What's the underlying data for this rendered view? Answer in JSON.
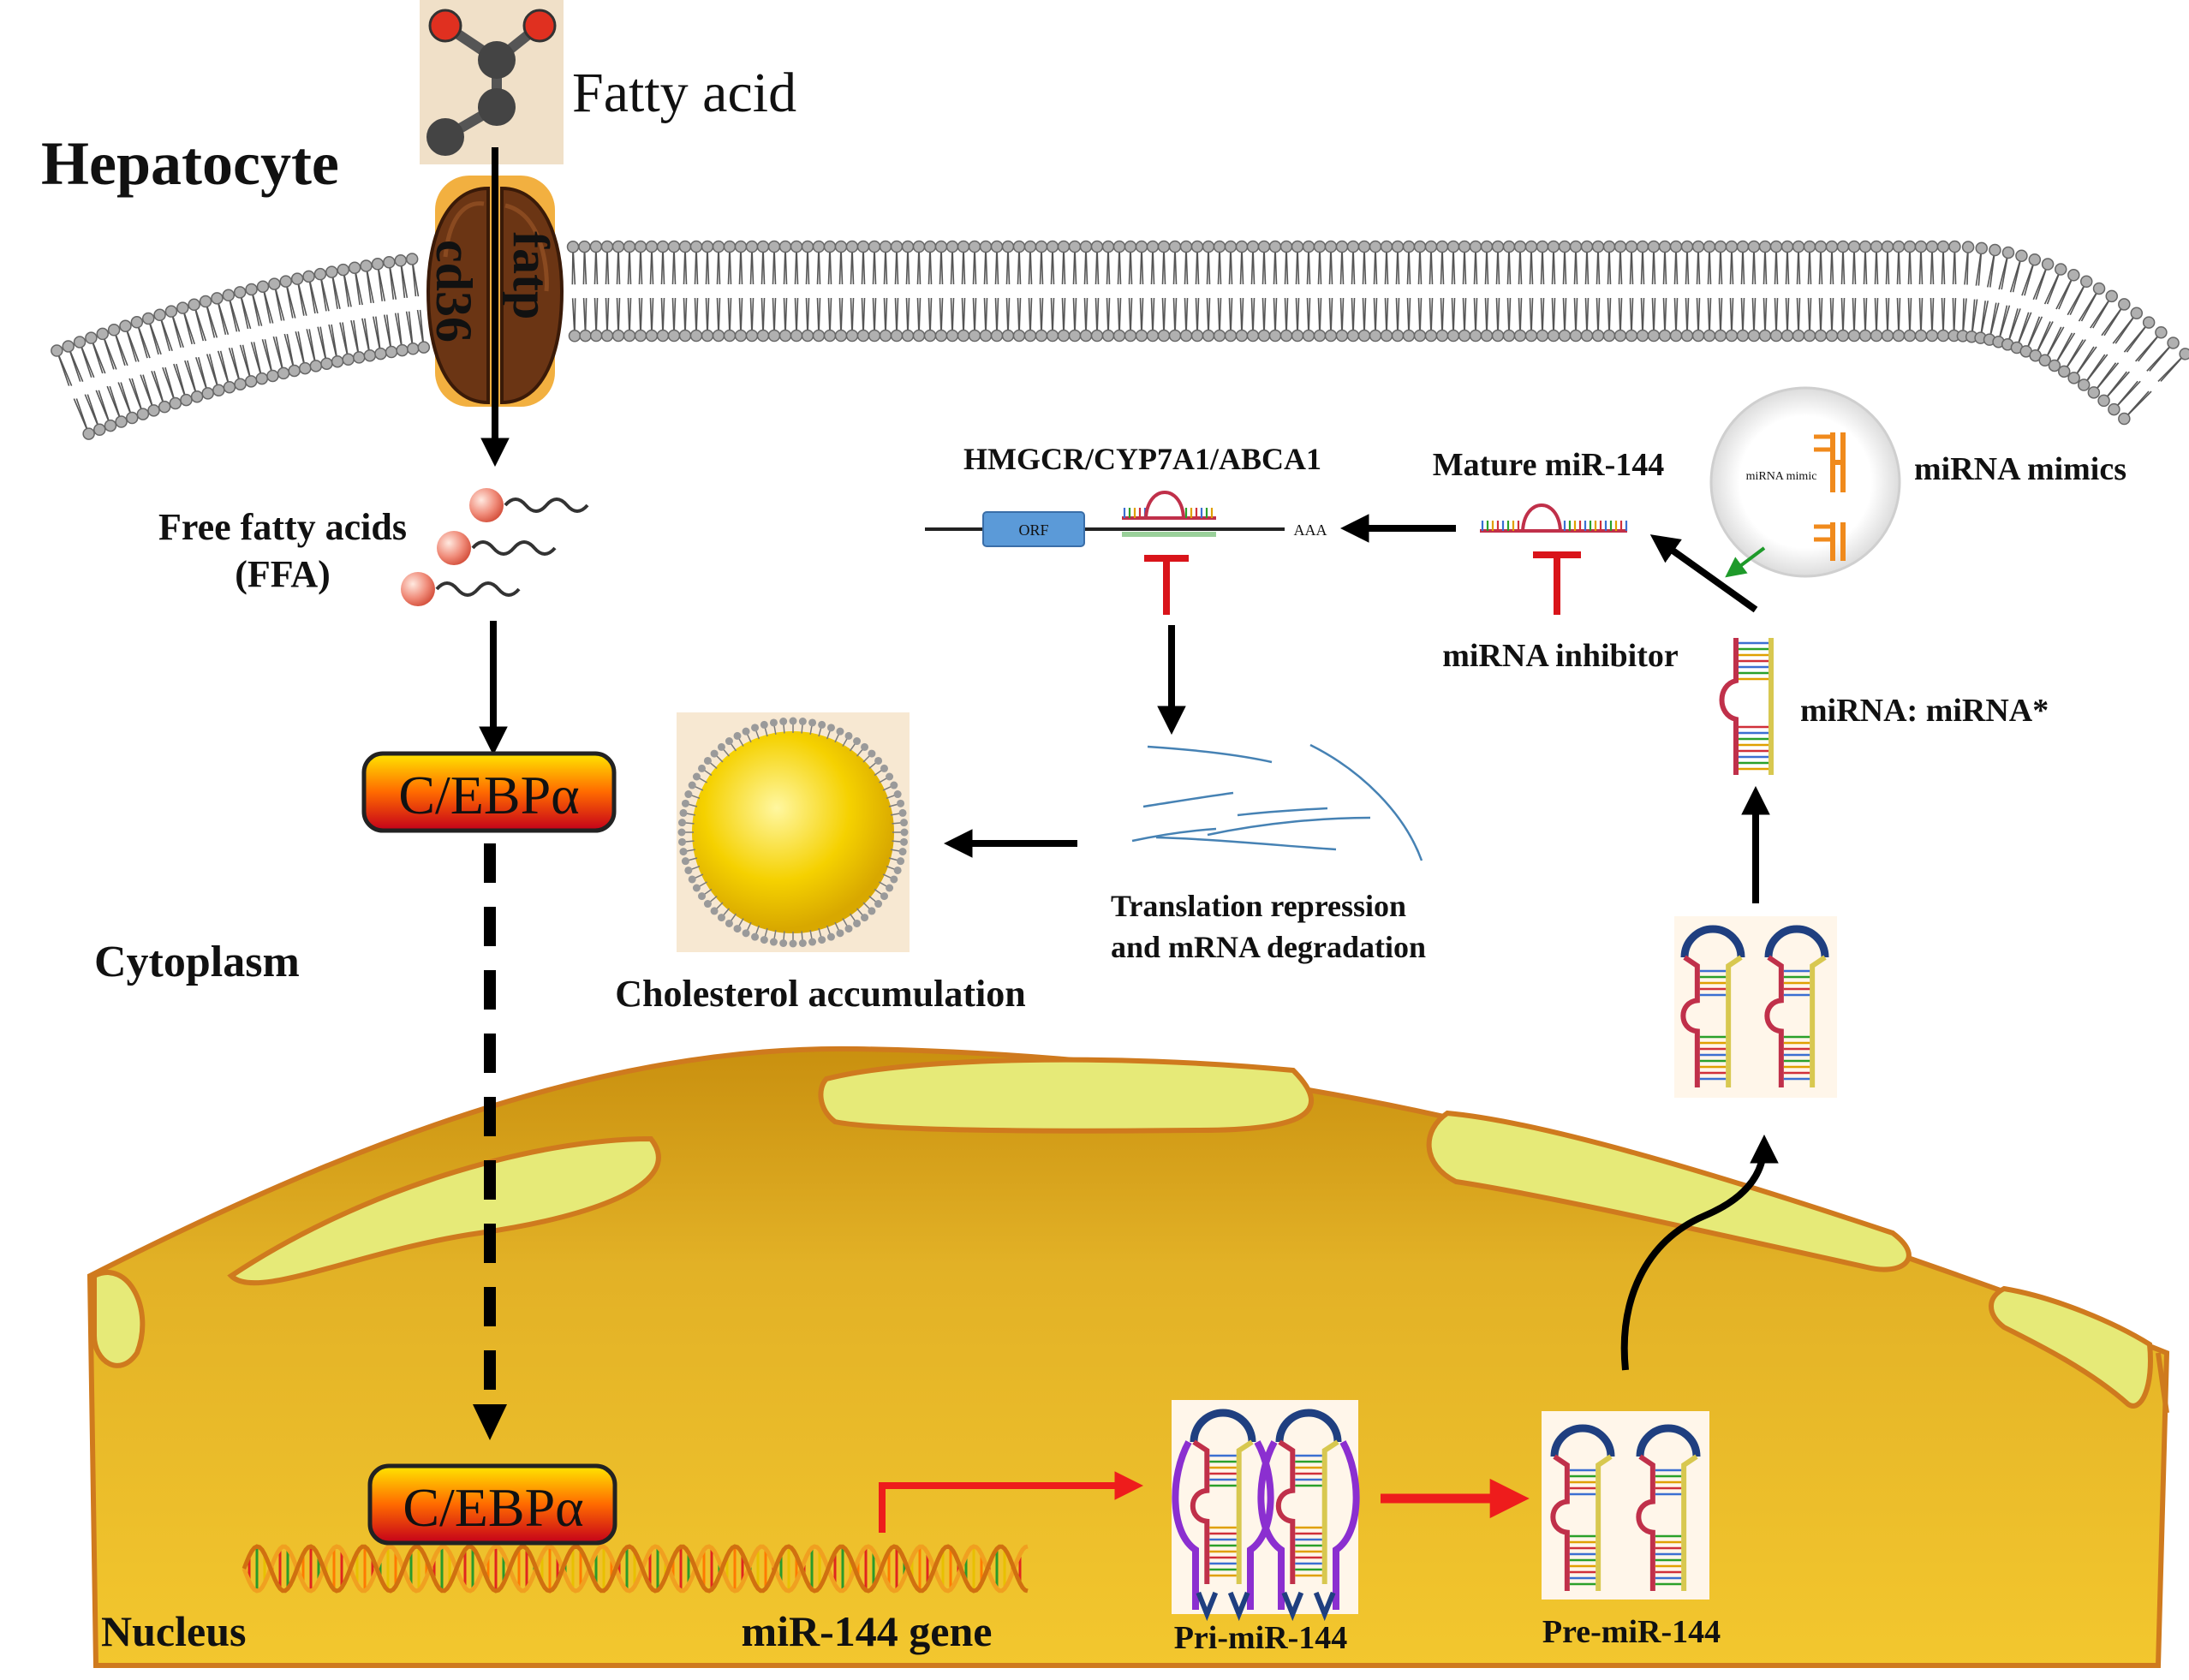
{
  "labels": {
    "fatty_acid": "Fatty acid",
    "hepatocyte": "Hepatocyte",
    "cd36": "cd36",
    "fatp": "fatp",
    "ffa_line1": "Free fatty acids",
    "ffa_line2": "(FFA)",
    "cebpa_cytoplasm": "C/EBPα",
    "cebpa_nucleus": "C/EBPα",
    "cytoplasm": "Cytoplasm",
    "nucleus": "Nucleus",
    "gene": "miR-144 gene",
    "pri_mirna": "Pri-miR-144",
    "pre_mirna": "Pre-miR-144",
    "duplex": "miRNA: miRNA*",
    "mature": "Mature miR-144",
    "mimics": "miRNA mimics",
    "mimic_inset": "miRNA mimic",
    "inhibitor": "miRNA inhibitor",
    "targets": "HMGCR/CYP7A1/ABCA1",
    "orf": "ORF",
    "polya": "AAA",
    "repression_line1": "Translation repression",
    "repression_line2": "and  mRNA degradation",
    "cholesterol": "Cholesterol accumulation"
  },
  "colors": {
    "nucleus_fill": "#e8b92a",
    "nucleus_border": "#cf7a1e",
    "nuclear_pore": "#e6ea78",
    "cebpa_gradient": [
      "#ffe600",
      "#ff6a00",
      "#c4001a"
    ],
    "channel": "#6b3514",
    "lipid_head": "#b0b0b0",
    "inhibitor_red": "#d9141a",
    "transcription_red": "#ee1c1c",
    "mrna_blue": "#4682b4",
    "loop_navy": "#1f3f80",
    "pri_purple": "#8b2fd0",
    "mimic_orange": "#f08a1c",
    "droplet_yellow": "#f5cf00"
  },
  "icons": [
    "fatty-acid-molecule-icon",
    "membrane-channel-icon",
    "lipid-droplet-icon",
    "dna-helix-icon",
    "hairpin-rna-icon"
  ]
}
